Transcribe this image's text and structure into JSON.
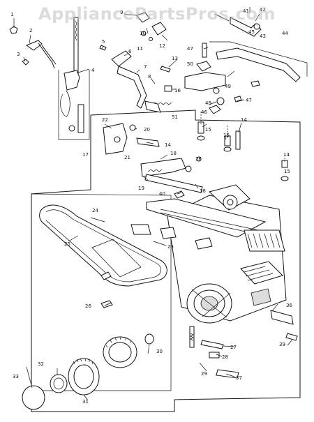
{
  "watermark": "AppliancePartsPros.com",
  "labels": {
    "l1": "1",
    "l2": "2",
    "l3": "3",
    "l4": "4",
    "l5": "5",
    "l6": "6",
    "l7": "7",
    "l8": "8",
    "l9": "9",
    "l10": "10",
    "l11": "11",
    "l12": "12",
    "l13": "13",
    "l14a": "14",
    "l14b": "14",
    "l14c": "14",
    "l15a": "15",
    "l15b": "15",
    "l15c": "15",
    "l16": "16",
    "l17": "17",
    "l18": "18",
    "l19": "19",
    "l20": "20",
    "l21": "21",
    "l22": "22",
    "l23": "23",
    "l24": "24",
    "l25": "25",
    "l26": "26",
    "l27": "27",
    "l28": "28",
    "l29": "29",
    "l30": "30",
    "l31": "31",
    "l32": "32",
    "l33": "33",
    "l36": "36",
    "l37": "37",
    "l38": "38",
    "l39": "39",
    "l40": "40",
    "l41": "41",
    "l42": "42",
    "l43": "43",
    "l44": "44",
    "l45": "45",
    "l46": "46",
    "l47a": "47",
    "l47b": "47",
    "l48": "48",
    "l49": "49",
    "l50": "50",
    "l51": "51"
  }
}
